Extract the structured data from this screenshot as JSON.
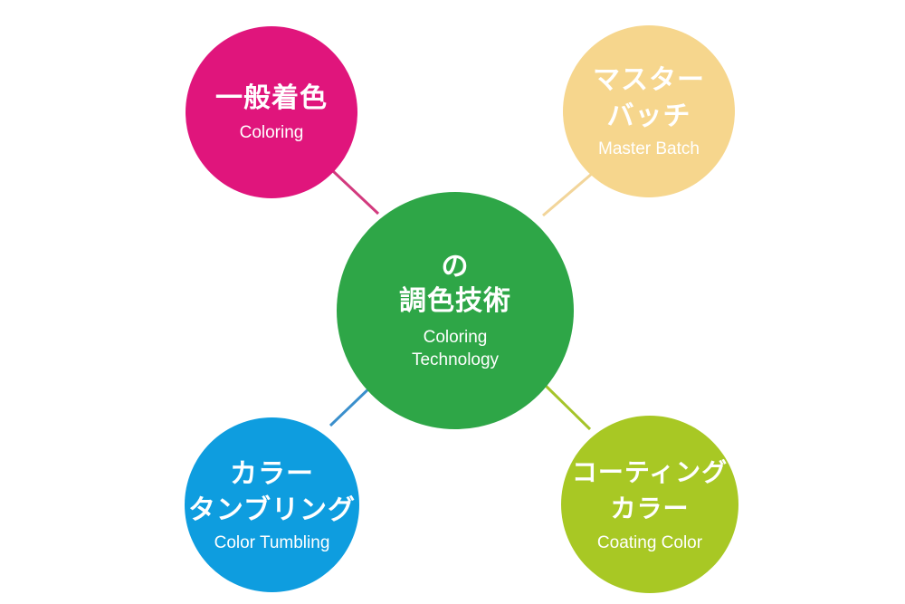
{
  "colors": {
    "center": "#2ea647",
    "coloring": "#e0157c",
    "master_batch": "#f6d68d",
    "tumbling": "#0e9ddf",
    "coating": "#a8c824",
    "link_coloring": "#d23a7e",
    "link_master_batch": "#f2d59a",
    "link_tumbling": "#3a8fcc",
    "link_coating": "#a5c42a"
  },
  "center": {
    "title_ja": "の\n調色技術",
    "title_en": "Coloring\nTechnology"
  },
  "nodes": {
    "coloring": {
      "title_ja": "一般着色",
      "title_en": "Coloring"
    },
    "master_batch": {
      "title_ja": "マスター\nバッチ",
      "title_en": "Master Batch"
    },
    "tumbling": {
      "title_ja": "カラー\nタンブリング",
      "title_en": "Color Tumbling"
    },
    "coating": {
      "title_ja": "コーティング\nカラー",
      "title_en": "Coating Color"
    }
  }
}
